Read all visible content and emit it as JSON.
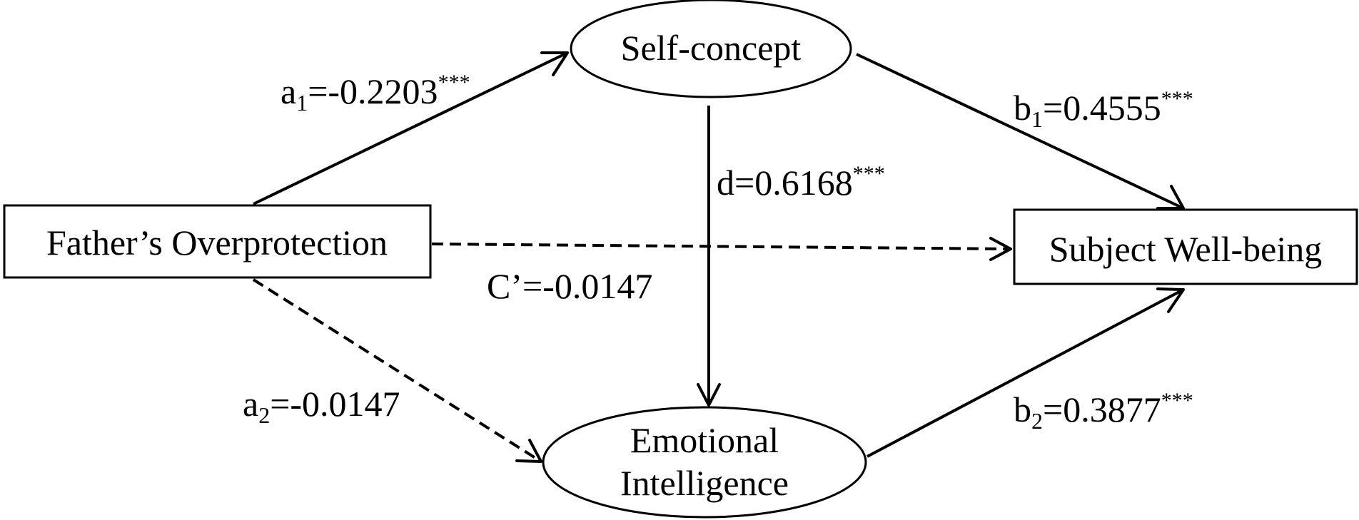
{
  "nodes": {
    "father_overprotection": "Father’s Overprotection",
    "self_concept": "Self-concept",
    "emotional_intelligence_line1": "Emotional",
    "emotional_intelligence_line2": "Intelligence",
    "subject_well_being": "Subject Well-being"
  },
  "paths": {
    "a1": {
      "letter": "a",
      "subscript": "1",
      "value": "=-0.2203",
      "stars": "***",
      "style": "solid"
    },
    "a2": {
      "letter": "a",
      "subscript": "2",
      "value": "=-0.0147",
      "stars": "",
      "style": "dashed"
    },
    "b1": {
      "letter": "b",
      "subscript": "1",
      "value": "=0.4555",
      "stars": "***",
      "style": "solid"
    },
    "b2": {
      "letter": "b",
      "subscript": "2",
      "value": "=0.3877",
      "stars": "***",
      "style": "solid"
    },
    "d": {
      "text": "d=0.6168",
      "stars": "***",
      "style": "solid"
    },
    "c_prime": {
      "text": "C’=-0.0147",
      "style": "dashed"
    }
  }
}
